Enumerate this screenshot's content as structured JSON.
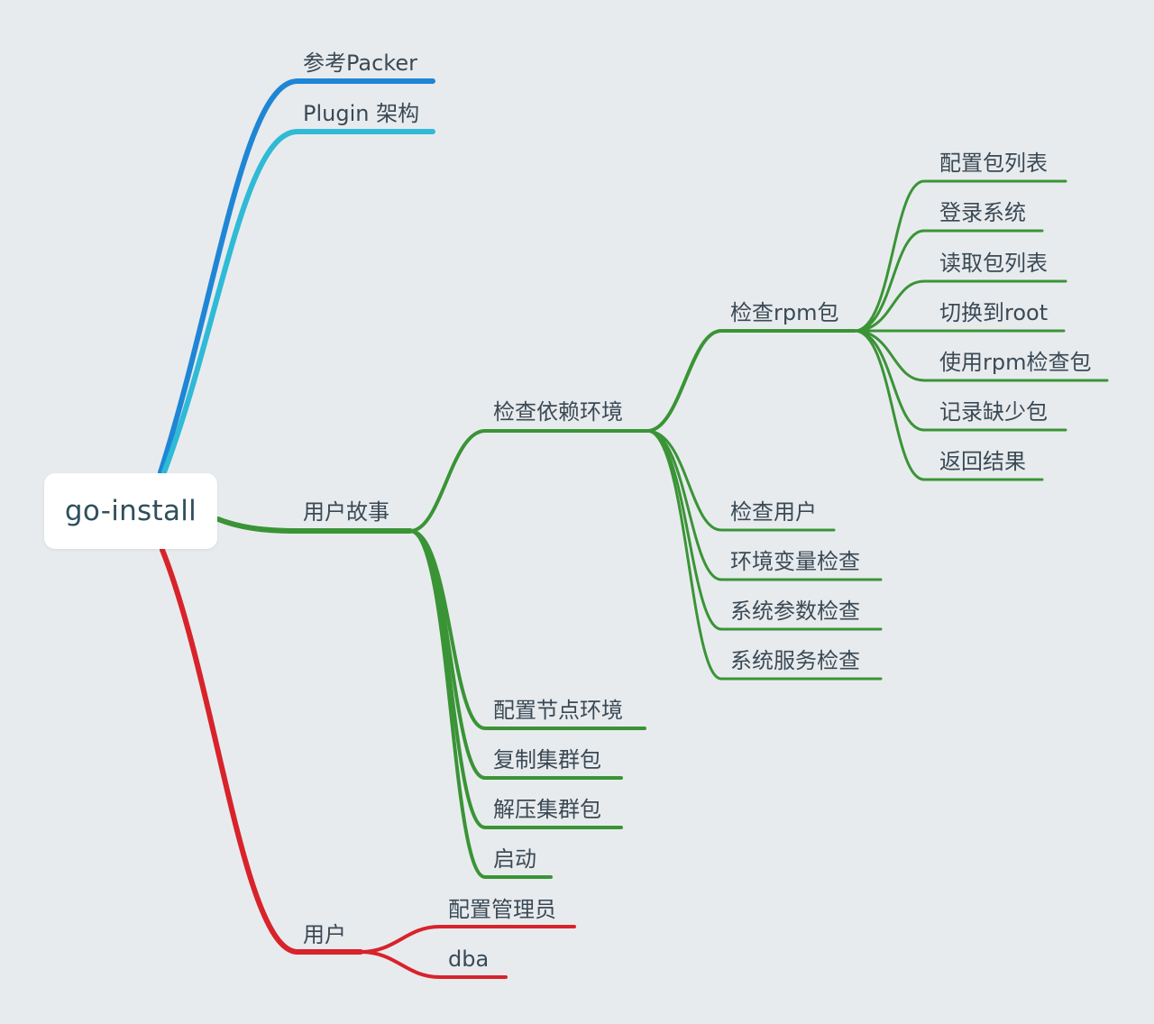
{
  "colors": {
    "background": "#e8ebee",
    "blue": "#1f86d6",
    "cyan": "#2fbad6",
    "green": "#3a9436",
    "red": "#d8232a",
    "text": "#3a4a55"
  },
  "root": {
    "label": "go-install"
  },
  "branches": {
    "packer": "参考Packer",
    "plugin": "Plugin 架构",
    "user_story": "用户故事",
    "user": "用户"
  },
  "user_story": {
    "check_deps": "检查依赖环境",
    "check_rpm": "检查rpm包",
    "rpm_steps": [
      "配置包列表",
      "登录系统",
      "读取包列表",
      "切换到root",
      "使用rpm检查包",
      "记录缺少包",
      "返回结果"
    ],
    "check_deps_rest": [
      "检查用户",
      "环境变量检查",
      "系统参数检查",
      "系统服务检查"
    ],
    "story_rest": [
      "配置节点环境",
      "复制集群包",
      "解压集群包",
      "启动"
    ]
  },
  "user": {
    "children": [
      "配置管理员",
      "dba"
    ]
  }
}
